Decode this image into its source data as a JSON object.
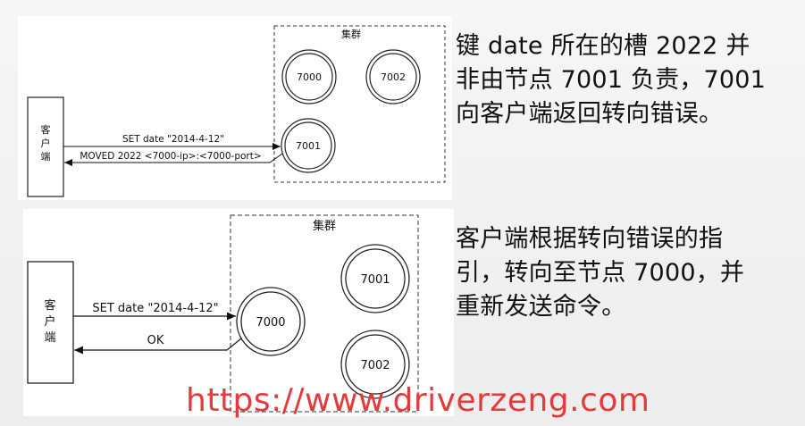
{
  "diagram1": {
    "client_label": [
      "客",
      "户",
      "端"
    ],
    "cluster_label": "集群",
    "nodes": [
      "7000",
      "7002",
      "7001"
    ],
    "request_label": "SET date \"2014-4-12\"",
    "response_label": "MOVED 2022 <7000-ip>:<7000-port>"
  },
  "diagram2": {
    "client_label": [
      "客",
      "户",
      "端"
    ],
    "cluster_label": "集群",
    "nodes": [
      "7000",
      "7001",
      "7002"
    ],
    "request_label": "SET date \"2014-4-12\"",
    "response_label": "OK"
  },
  "explanations": {
    "first": [
      "键 date 所在的槽 2022 并",
      "非由节点 7001 负责，7001",
      "向客户端返回转向错误。"
    ],
    "second": [
      "客户端根据转向错误的指",
      "引，转向至节点 7000，并",
      "重新发送命令。"
    ]
  },
  "watermark": "https://www.driverzeng.com"
}
